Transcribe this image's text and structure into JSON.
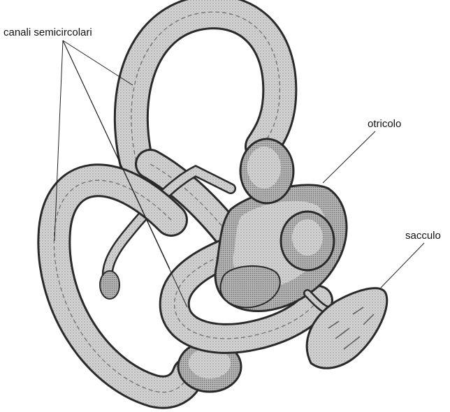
{
  "labels": {
    "semicircular_canals": "canali semicircolari",
    "utricle": "otricolo",
    "saccule": "sacculo"
  },
  "colors": {
    "ink": "#2a2a2a",
    "tube_fill": "#c9c9c9",
    "tube_shade": "#9a9a9a",
    "highlight": "#e6e6e6",
    "background": "#ffffff"
  }
}
